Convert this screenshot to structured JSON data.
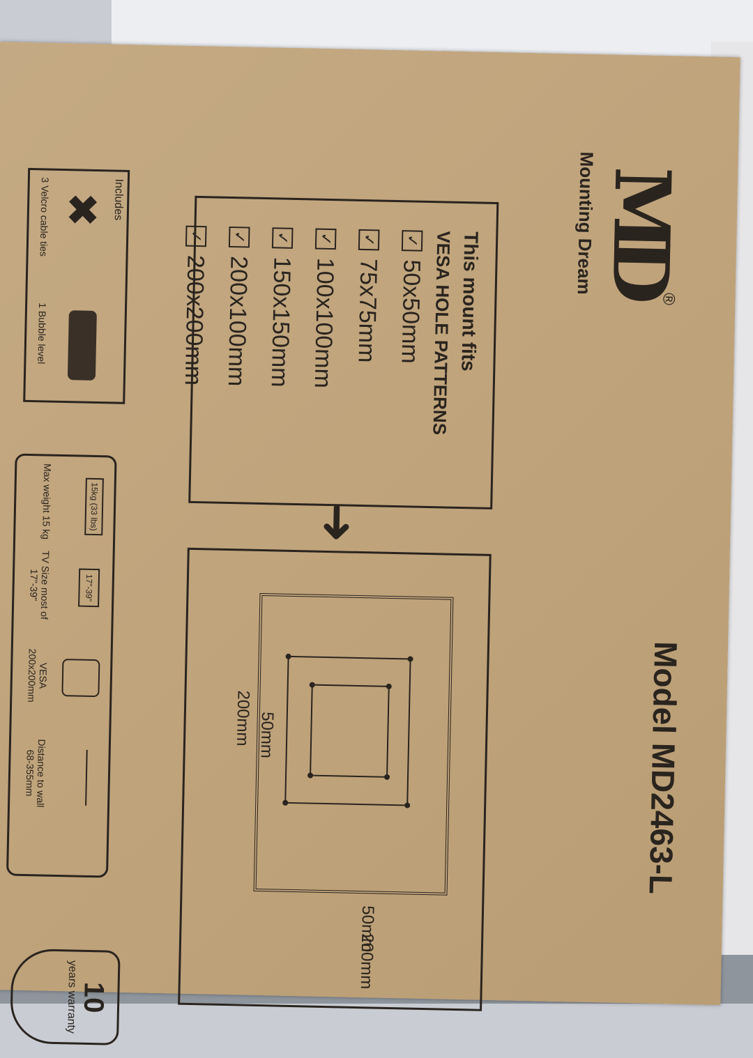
{
  "brand": {
    "name": "Mounting Dream",
    "registered_mark": "®"
  },
  "model": {
    "label": "Model",
    "number": "MD2463-L"
  },
  "fits": {
    "title": "This mount fits",
    "heading": "VESA HOLE PATTERNS",
    "patterns": [
      "50x50mm",
      "75x75mm",
      "100x100mm",
      "150x150mm",
      "200x100mm",
      "200x200mm"
    ],
    "check_mark": "✓"
  },
  "diagram": {
    "dim_small": "50mm",
    "dim_large": "200mm"
  },
  "includes": {
    "title": "Includes",
    "items": [
      "3 Velcro cable ties",
      "1 Bubble level"
    ]
  },
  "specs": {
    "weight_badge": "15kg (33 lbs)",
    "max_weight": "Max weight 15 kg",
    "tv_size_badge": "17\"-39\"",
    "tv_size": "TV Size most of 17\"-39\"",
    "vesa": "VESA 200x200mm",
    "distance": "Distance to wall 68-355mm"
  },
  "warranty": {
    "number": "10",
    "text": "years warranty"
  }
}
